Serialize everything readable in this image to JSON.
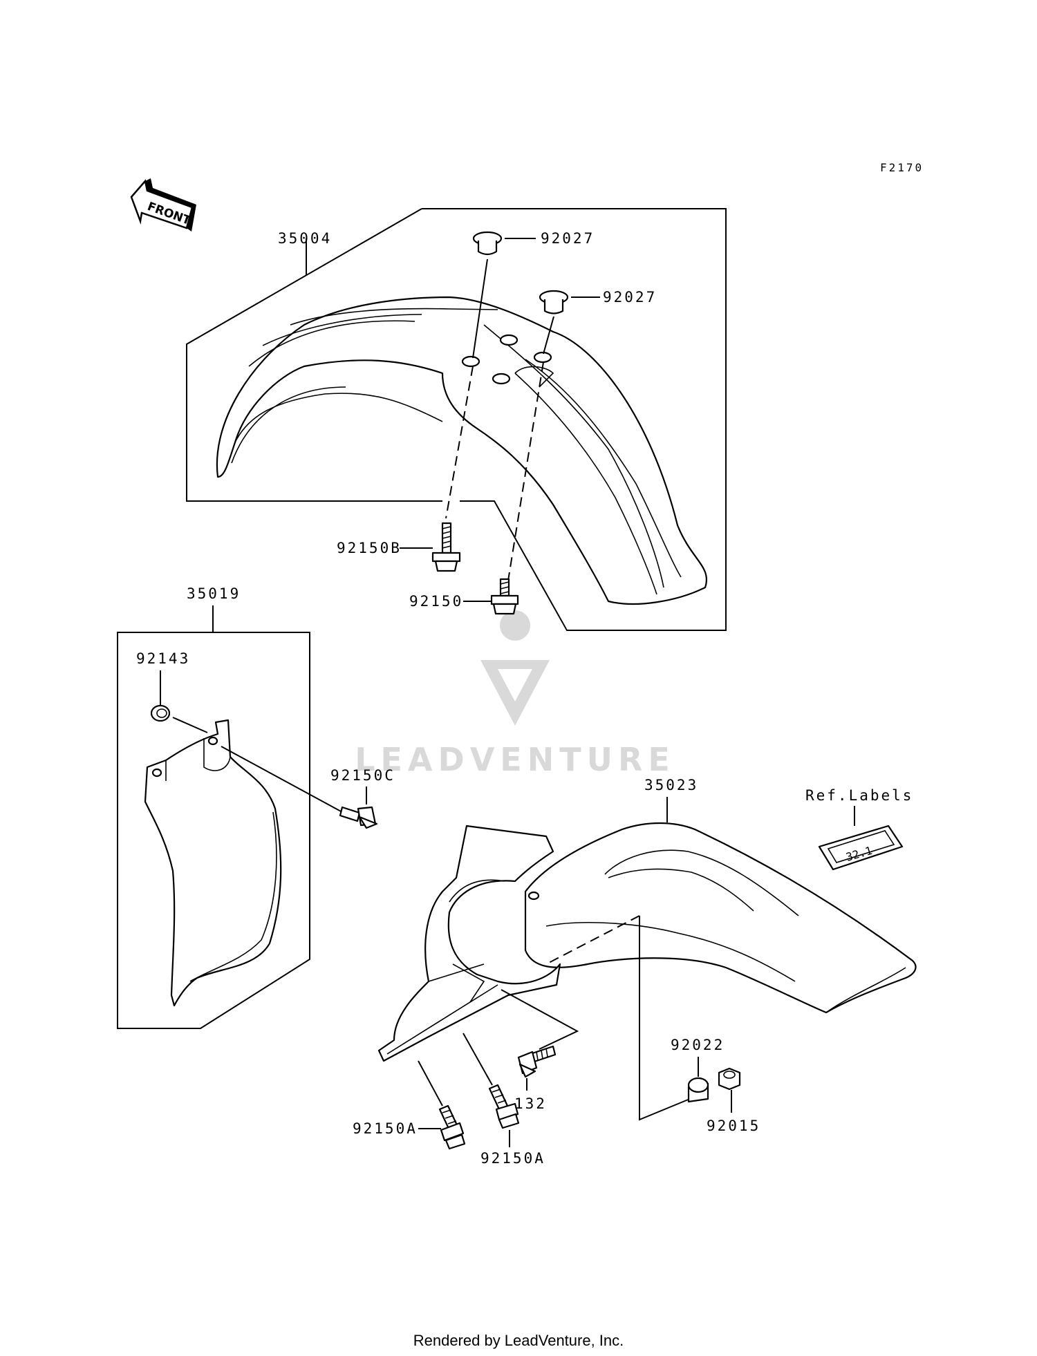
{
  "diagram_id": "F2170",
  "front_arrow_label": "FRONT",
  "watermark_text": "LEADVENTURE",
  "footer_text": "Rendered by LeadVenture, Inc.",
  "labels": {
    "p35004": "35004",
    "p92027a": "92027",
    "p92027b": "92027",
    "p92150b": "92150B",
    "p92150": "92150",
    "p35019": "35019",
    "p92143": "92143",
    "p92150c": "92150C",
    "p35023": "35023",
    "ref_labels": "Ref.Labels",
    "ref_label_tag": "32.1",
    "p92022": "92022",
    "p92015": "92015",
    "p132": "132",
    "p92150a_left": "92150A",
    "p92150a_right": "92150A"
  }
}
